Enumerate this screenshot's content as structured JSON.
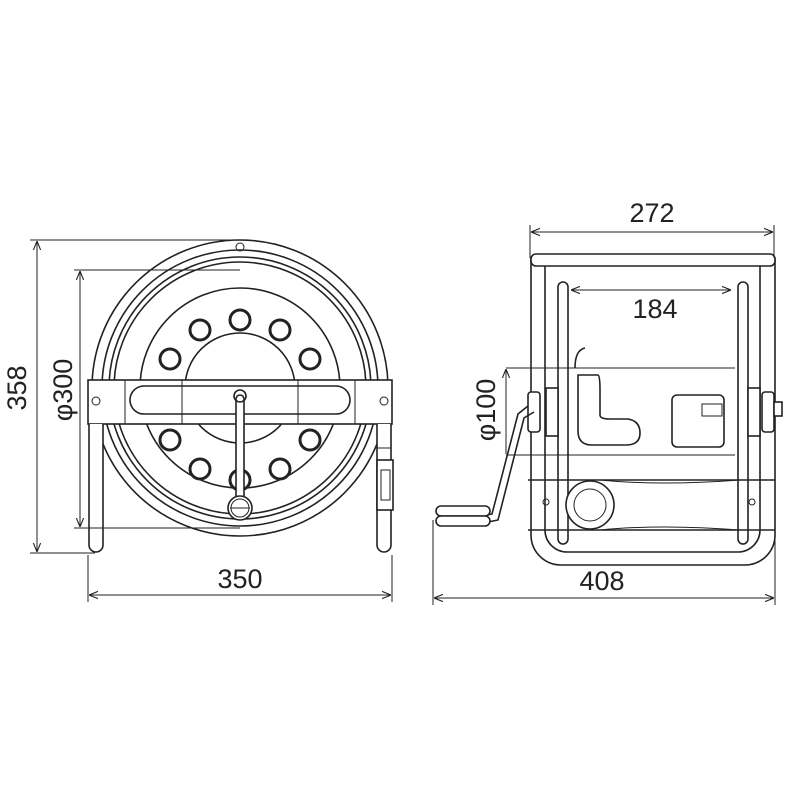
{
  "drawing": {
    "front_view": {
      "height_dim": "358",
      "diameter_dim": "φ300",
      "width_dim": "350"
    },
    "side_view": {
      "outer_width_dim": "272",
      "inner_width_dim": "184",
      "hub_diameter_dim": "φ100",
      "depth_dim": "408"
    }
  }
}
